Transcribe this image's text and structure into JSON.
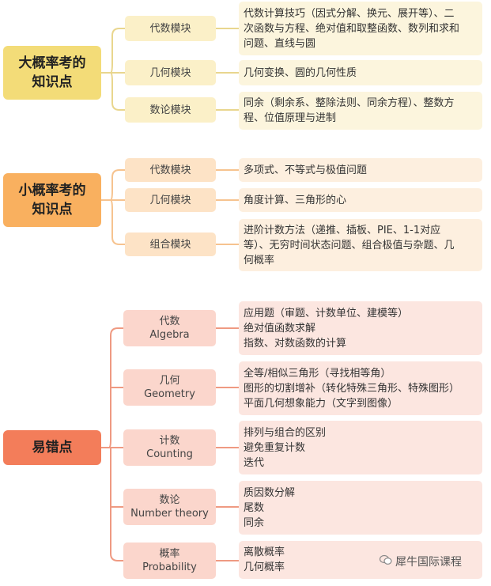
{
  "colors": {
    "g1_root": "#f3dc78",
    "g1_mid": "#fbf0c8",
    "g1_leaf": "#fcf5dd",
    "g1_line": "#e9d68e",
    "g2_root": "#f9b05f",
    "g2_mid": "#fde3c6",
    "g2_leaf": "#fdefdf",
    "g2_line": "#f6c38f",
    "g3_root": "#f37d5a",
    "g3_mid": "#fbd6cc",
    "g3_leaf": "#fce6e0",
    "g3_line": "#ef9a82"
  },
  "groups": [
    {
      "root": "大概率考的\n知识点",
      "branches": [
        {
          "label": "代数模块",
          "detail": "代数计算技巧（因式分解、换元、展开等）、二\n次函数与方程、绝对值和取整函数、数列和求和\n问题、直线与圆"
        },
        {
          "label": "几何模块",
          "detail": "几何变换、圆的几何性质"
        },
        {
          "label": "数论模块",
          "detail": "同余（剩余系、整除法则、同余方程）、整数方\n程、位值原理与进制"
        }
      ]
    },
    {
      "root": "小概率考的\n知识点",
      "branches": [
        {
          "label": "代数模块",
          "detail": "多项式、不等式与极值问题"
        },
        {
          "label": "几何模块",
          "detail": "角度计算、三角形的心"
        },
        {
          "label": "组合模块",
          "detail": "进阶计数方法（递推、插板、PIE、1-1对应\n等）、无穷时间状态问题、组合极值与杂题、几\n何概率"
        }
      ]
    },
    {
      "root": "易错点",
      "branches": [
        {
          "label": "代数\nAlgebra",
          "detail": "应用题（审题、计数单位、建模等）\n绝对值函数求解\n指数、对数函数的计算"
        },
        {
          "label": "几何\nGeometry",
          "detail": "全等/相似三角形（寻找相等角）\n图形的切割增补（转化特殊三角形、特殊图形）\n平面几何想象能力（文字到图像）"
        },
        {
          "label": "计数\nCounting",
          "detail": "排列与组合的区别\n避免重复计数\n迭代"
        },
        {
          "label": "数论\nNumber theory",
          "detail": "质因数分解\n尾数\n同余"
        },
        {
          "label": "概率\nProbability",
          "detail": "离散概率\n几何概率"
        }
      ]
    }
  ],
  "watermark": {
    "icon": "wechat-icon",
    "text": "犀牛国际课程"
  }
}
